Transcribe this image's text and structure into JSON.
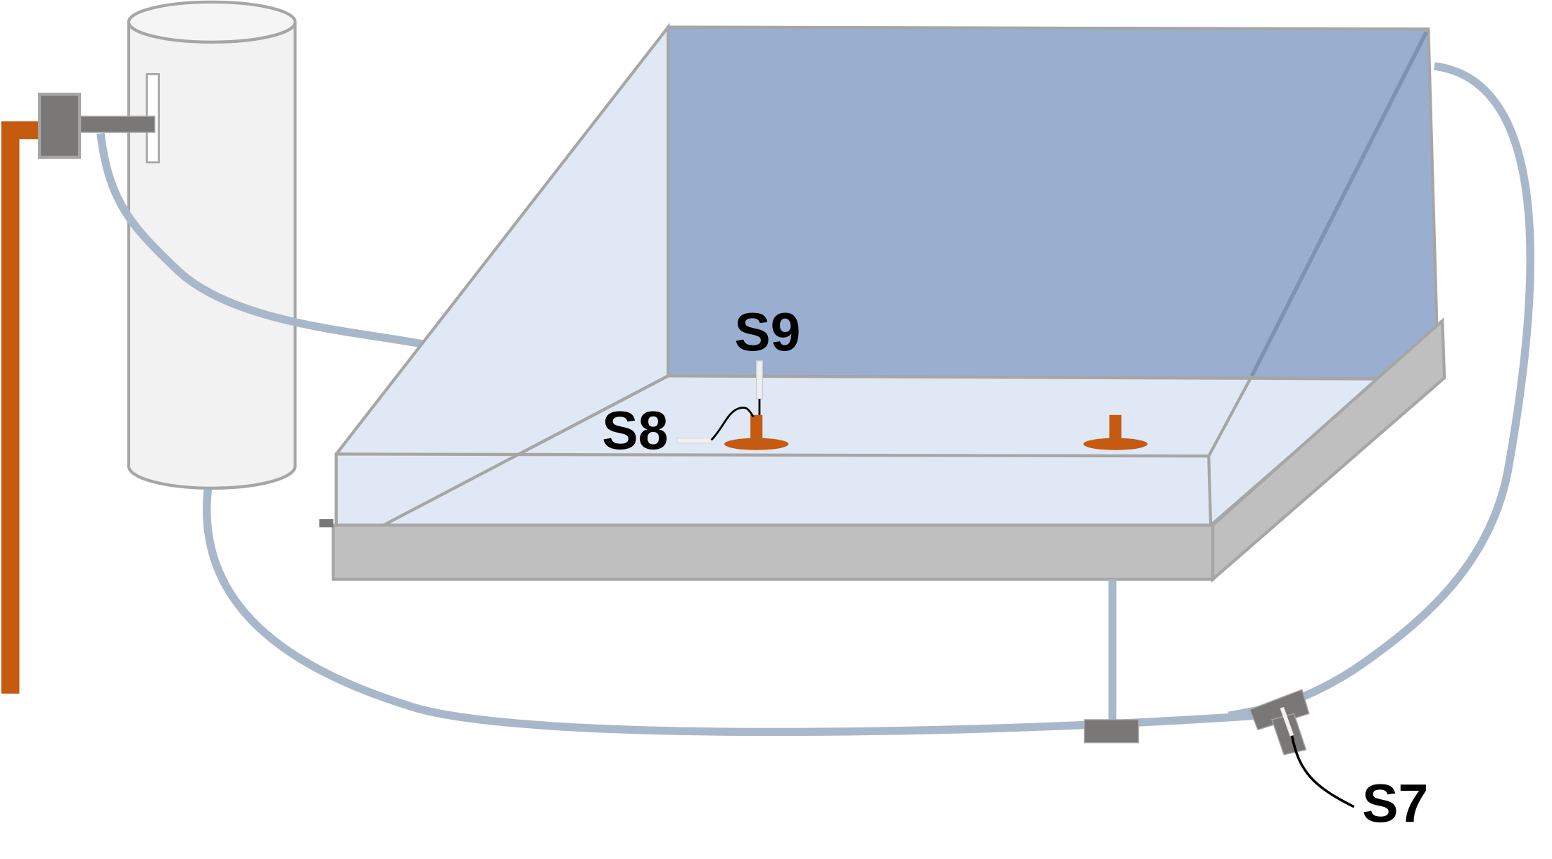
{
  "labels": {
    "s7": "S7",
    "s8": "S8",
    "s9": "S9"
  },
  "colors": {
    "pipe": "#a9b7ca",
    "copper": "#c55a11",
    "tank_glass": "#e0e8f5",
    "back_panel": "#9aafcf",
    "base": "#bfbfbf",
    "fitting": "#7a7777",
    "outline": "#a6a6a6"
  }
}
